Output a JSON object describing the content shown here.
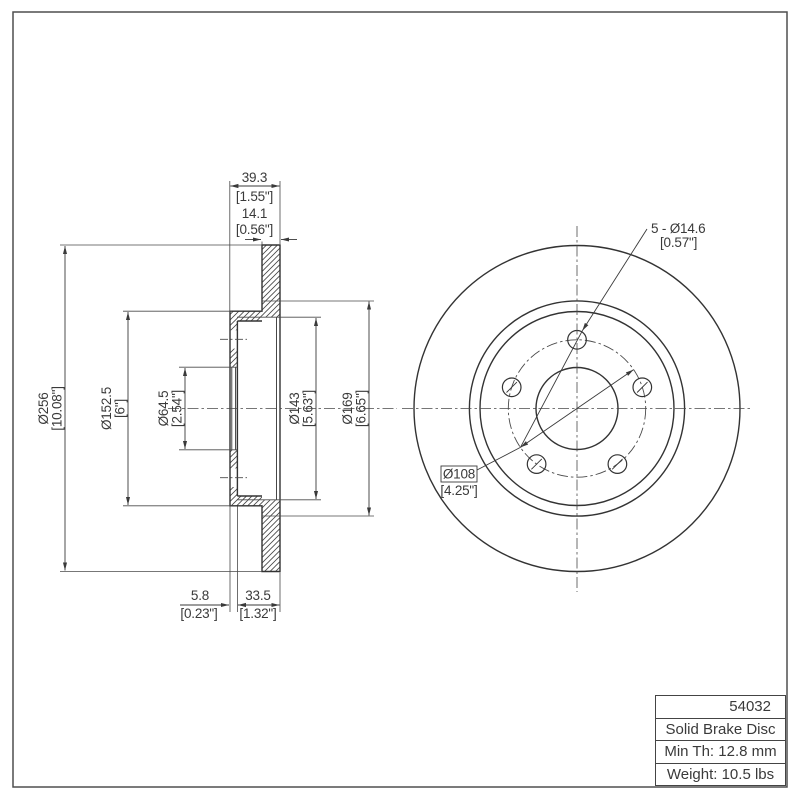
{
  "section_view": {
    "overall_width": {
      "mm": "39.3",
      "in": "[1.55\"]"
    },
    "disc_thickness": {
      "mm": "14.1",
      "in": "[0.56\"]"
    },
    "outer_diameter": {
      "mm": "Ø256",
      "in": "[10.08\"]"
    },
    "hat_diameter": {
      "mm": "Ø152.5",
      "in": "[6\"]"
    },
    "center_bore": {
      "mm": "Ø64.5",
      "in": "[2.54\"]"
    },
    "inner_diameter": {
      "mm": "Ø143",
      "in": "[5.63\"]"
    },
    "braking_inner_diameter": {
      "mm": "Ø169",
      "in": "[6.65\"]"
    },
    "hub_face_thickness": {
      "mm": "5.8",
      "in": "[0.23\"]"
    },
    "hat_depth": {
      "mm": "33.5",
      "in": "[1.32\"]"
    }
  },
  "front_view": {
    "bolt_holes": {
      "mm": "5 - Ø14.6",
      "in": "[0.57\"]"
    },
    "bolt_circle": {
      "mm": "Ø108",
      "in": "[4.25\"]"
    }
  },
  "info_table": {
    "part_number": "54032",
    "product_type": "Solid Brake Disc",
    "min_thickness": "Min Th: 12.8 mm",
    "weight": "Weight: 10.5 lbs"
  },
  "colors": {
    "line": "#3a3a3a",
    "background": "#ffffff"
  }
}
